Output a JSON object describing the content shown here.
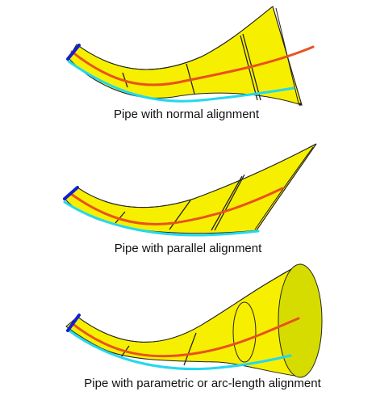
{
  "colors": {
    "surface_fill": "#f7ef00",
    "end_disk_fill": "#d6dc00",
    "outline": "#222222",
    "center_curve": "#e8521e",
    "guide_curve": "#22d8f0",
    "start_cap": "#1020d0"
  },
  "panels": [
    {
      "caption": "Pipe with normal alignment"
    },
    {
      "caption": "Pipe with parallel alignment"
    },
    {
      "caption": "Pipe with parametric or arc-length alignment"
    }
  ]
}
